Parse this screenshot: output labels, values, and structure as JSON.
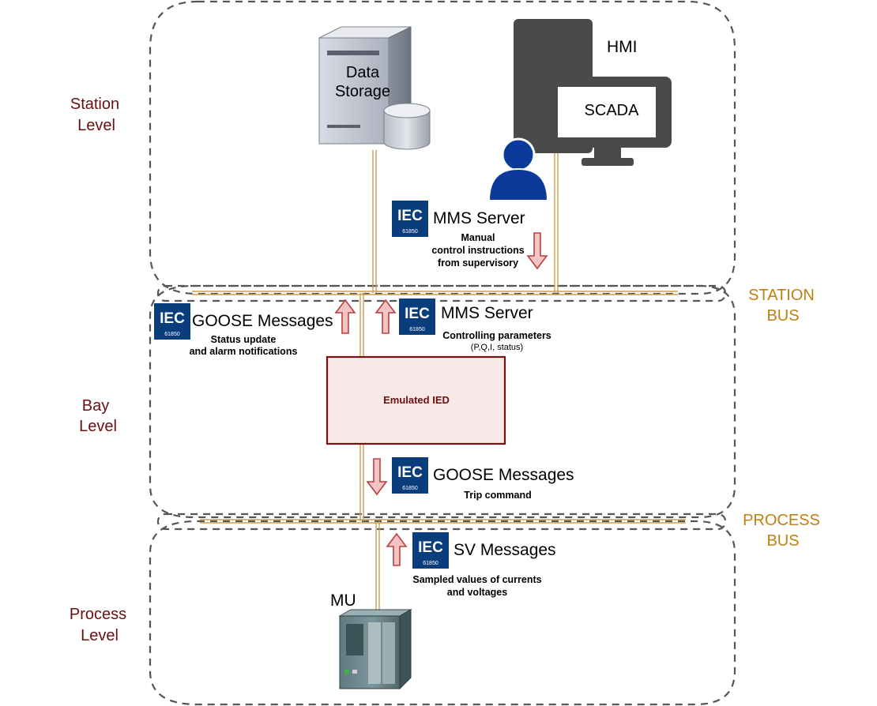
{
  "levels": {
    "station": [
      "Station",
      "Level"
    ],
    "bay": [
      "Bay",
      "Level"
    ],
    "process": [
      "Process",
      "Level"
    ]
  },
  "buses": {
    "station": [
      "STATION",
      "BUS"
    ],
    "process": [
      "PROCESS",
      "BUS"
    ]
  },
  "devices": {
    "data_storage": [
      "Data",
      "Storage"
    ],
    "hmi": "HMI",
    "scada": "SCADA",
    "ied": "Emulated IED",
    "mu": "MU"
  },
  "iec_logo": {
    "text": "IEC",
    "sub": "61850"
  },
  "messages": {
    "mms_top": {
      "title": "MMS Server",
      "desc": [
        "Manual",
        "control instructions",
        "from supervisory"
      ]
    },
    "goose_up": {
      "title": "GOOSE Messages",
      "desc": [
        "Status update",
        "and alarm notifications"
      ]
    },
    "mms_bay": {
      "title": "MMS Server",
      "desc": "Controlling parameters",
      "sub": "(P,Q,I, status)"
    },
    "goose_down": {
      "title": "GOOSE Messages",
      "desc": "Trip command"
    },
    "sv": {
      "title": "SV Messages",
      "desc": [
        "Sampled values of currents",
        "and voltages"
      ]
    }
  },
  "colors": {
    "level_text": "#6b0f0f",
    "bus_text": "#c08010",
    "bus_line": "#c8a050",
    "arrow_fill": "#f4c4c4",
    "arrow_stroke": "#b84040",
    "iec_blue": "#0a3d7c",
    "ied_fill": "#f8e8e8",
    "ied_stroke": "#7a0f0f",
    "person_blue": "#0b3a9a",
    "computer_gray": "#4a4a4a"
  }
}
